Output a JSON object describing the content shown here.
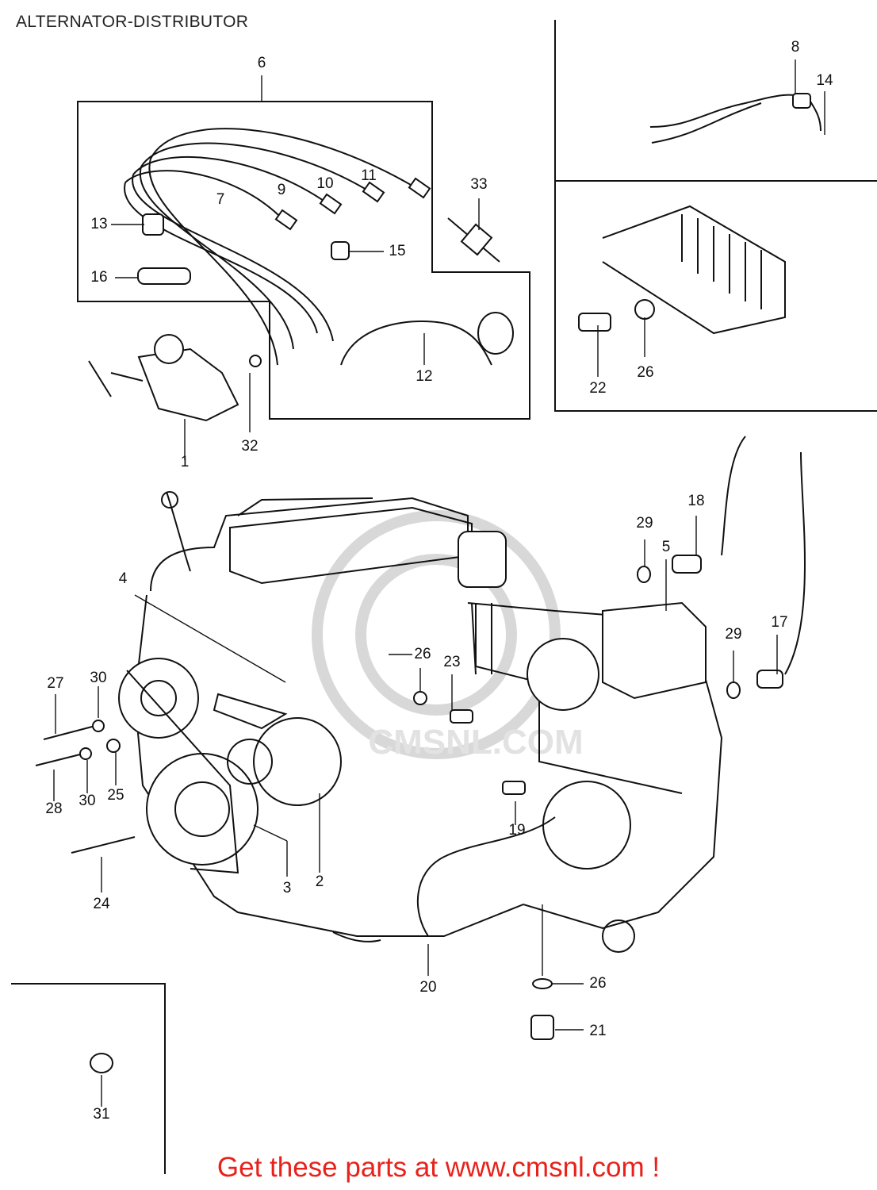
{
  "title": "ALTERNATOR-DISTRIBUTOR",
  "footer_link": "Get these parts at www.cmsnl.com !",
  "watermark_text": "CMSNL.COM",
  "callouts": [
    {
      "id": "c1",
      "text": "1"
    },
    {
      "id": "c2",
      "text": "2"
    },
    {
      "id": "c3",
      "text": "3"
    },
    {
      "id": "c4",
      "text": "4"
    },
    {
      "id": "c5",
      "text": "5"
    },
    {
      "id": "c6",
      "text": "6"
    },
    {
      "id": "c7",
      "text": "7"
    },
    {
      "id": "c8",
      "text": "8"
    },
    {
      "id": "c9",
      "text": "9"
    },
    {
      "id": "c10",
      "text": "10"
    },
    {
      "id": "c11",
      "text": "11"
    },
    {
      "id": "c12",
      "text": "12"
    },
    {
      "id": "c13",
      "text": "13"
    },
    {
      "id": "c14",
      "text": "14"
    },
    {
      "id": "c15",
      "text": "15"
    },
    {
      "id": "c16",
      "text": "16"
    },
    {
      "id": "c17",
      "text": "17"
    },
    {
      "id": "c18",
      "text": "18"
    },
    {
      "id": "c19",
      "text": "19"
    },
    {
      "id": "c20",
      "text": "20"
    },
    {
      "id": "c21",
      "text": "21"
    },
    {
      "id": "c22",
      "text": "22"
    },
    {
      "id": "c23",
      "text": "23"
    },
    {
      "id": "c24",
      "text": "24"
    },
    {
      "id": "c25",
      "text": "25"
    },
    {
      "id": "c26a",
      "text": "26"
    },
    {
      "id": "c26b",
      "text": "26"
    },
    {
      "id": "c26c",
      "text": "26"
    },
    {
      "id": "c27",
      "text": "27"
    },
    {
      "id": "c28",
      "text": "28"
    },
    {
      "id": "c29a",
      "text": "29"
    },
    {
      "id": "c29b",
      "text": "29"
    },
    {
      "id": "c30a",
      "text": "30"
    },
    {
      "id": "c30b",
      "text": "30"
    },
    {
      "id": "c31",
      "text": "31"
    },
    {
      "id": "c32",
      "text": "32"
    },
    {
      "id": "c33",
      "text": "33"
    }
  ]
}
